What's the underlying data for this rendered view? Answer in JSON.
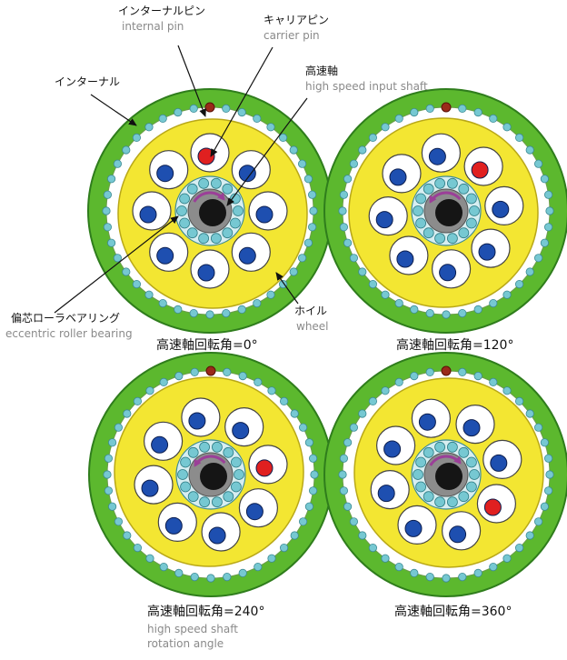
{
  "labels": {
    "internal_pin": {
      "jp": "インターナルピン",
      "en": "internal pin"
    },
    "carrier_pin": {
      "jp": "キャリアピン",
      "en": "carrier pin"
    },
    "high_speed_shaft": {
      "jp": "高速軸",
      "en": "high speed input shaft"
    },
    "internal": {
      "jp": "インターナル"
    },
    "eccentric_bearing": {
      "jp": "偏芯ローラベアリング",
      "en": "eccentric roller bearing"
    },
    "wheel": {
      "jp": "ホイル",
      "en": "wheel"
    },
    "rotation_angle_en_line1": "high speed shaft",
    "rotation_angle_en_line2": "rotation angle"
  },
  "diagrams": [
    {
      "caption": "高速軸回転角=0°",
      "arrow": "cw"
    },
    {
      "caption": "高速軸回転角=120°",
      "arrow": "ccw"
    },
    {
      "caption": "高速軸回転角=240°",
      "arrow": "ccw"
    },
    {
      "caption": "高速軸回転角=360°",
      "arrow": "cw"
    }
  ],
  "colors": {
    "outer_ring": "#5cb82e",
    "outer_ring_dark": "#2f7d1c",
    "teeth_ring": "#ffffff",
    "wheel_yellow": "#f3e632",
    "roller": "#76c8d2",
    "carrier_blue": "#1e4fb0",
    "carrier_red": "#e02020",
    "internal_pin_red": "#9a2a1a",
    "hub_gray": "#8c8c8c",
    "shaft_black": "#151515",
    "arrow_purple": "#9b3f98"
  }
}
